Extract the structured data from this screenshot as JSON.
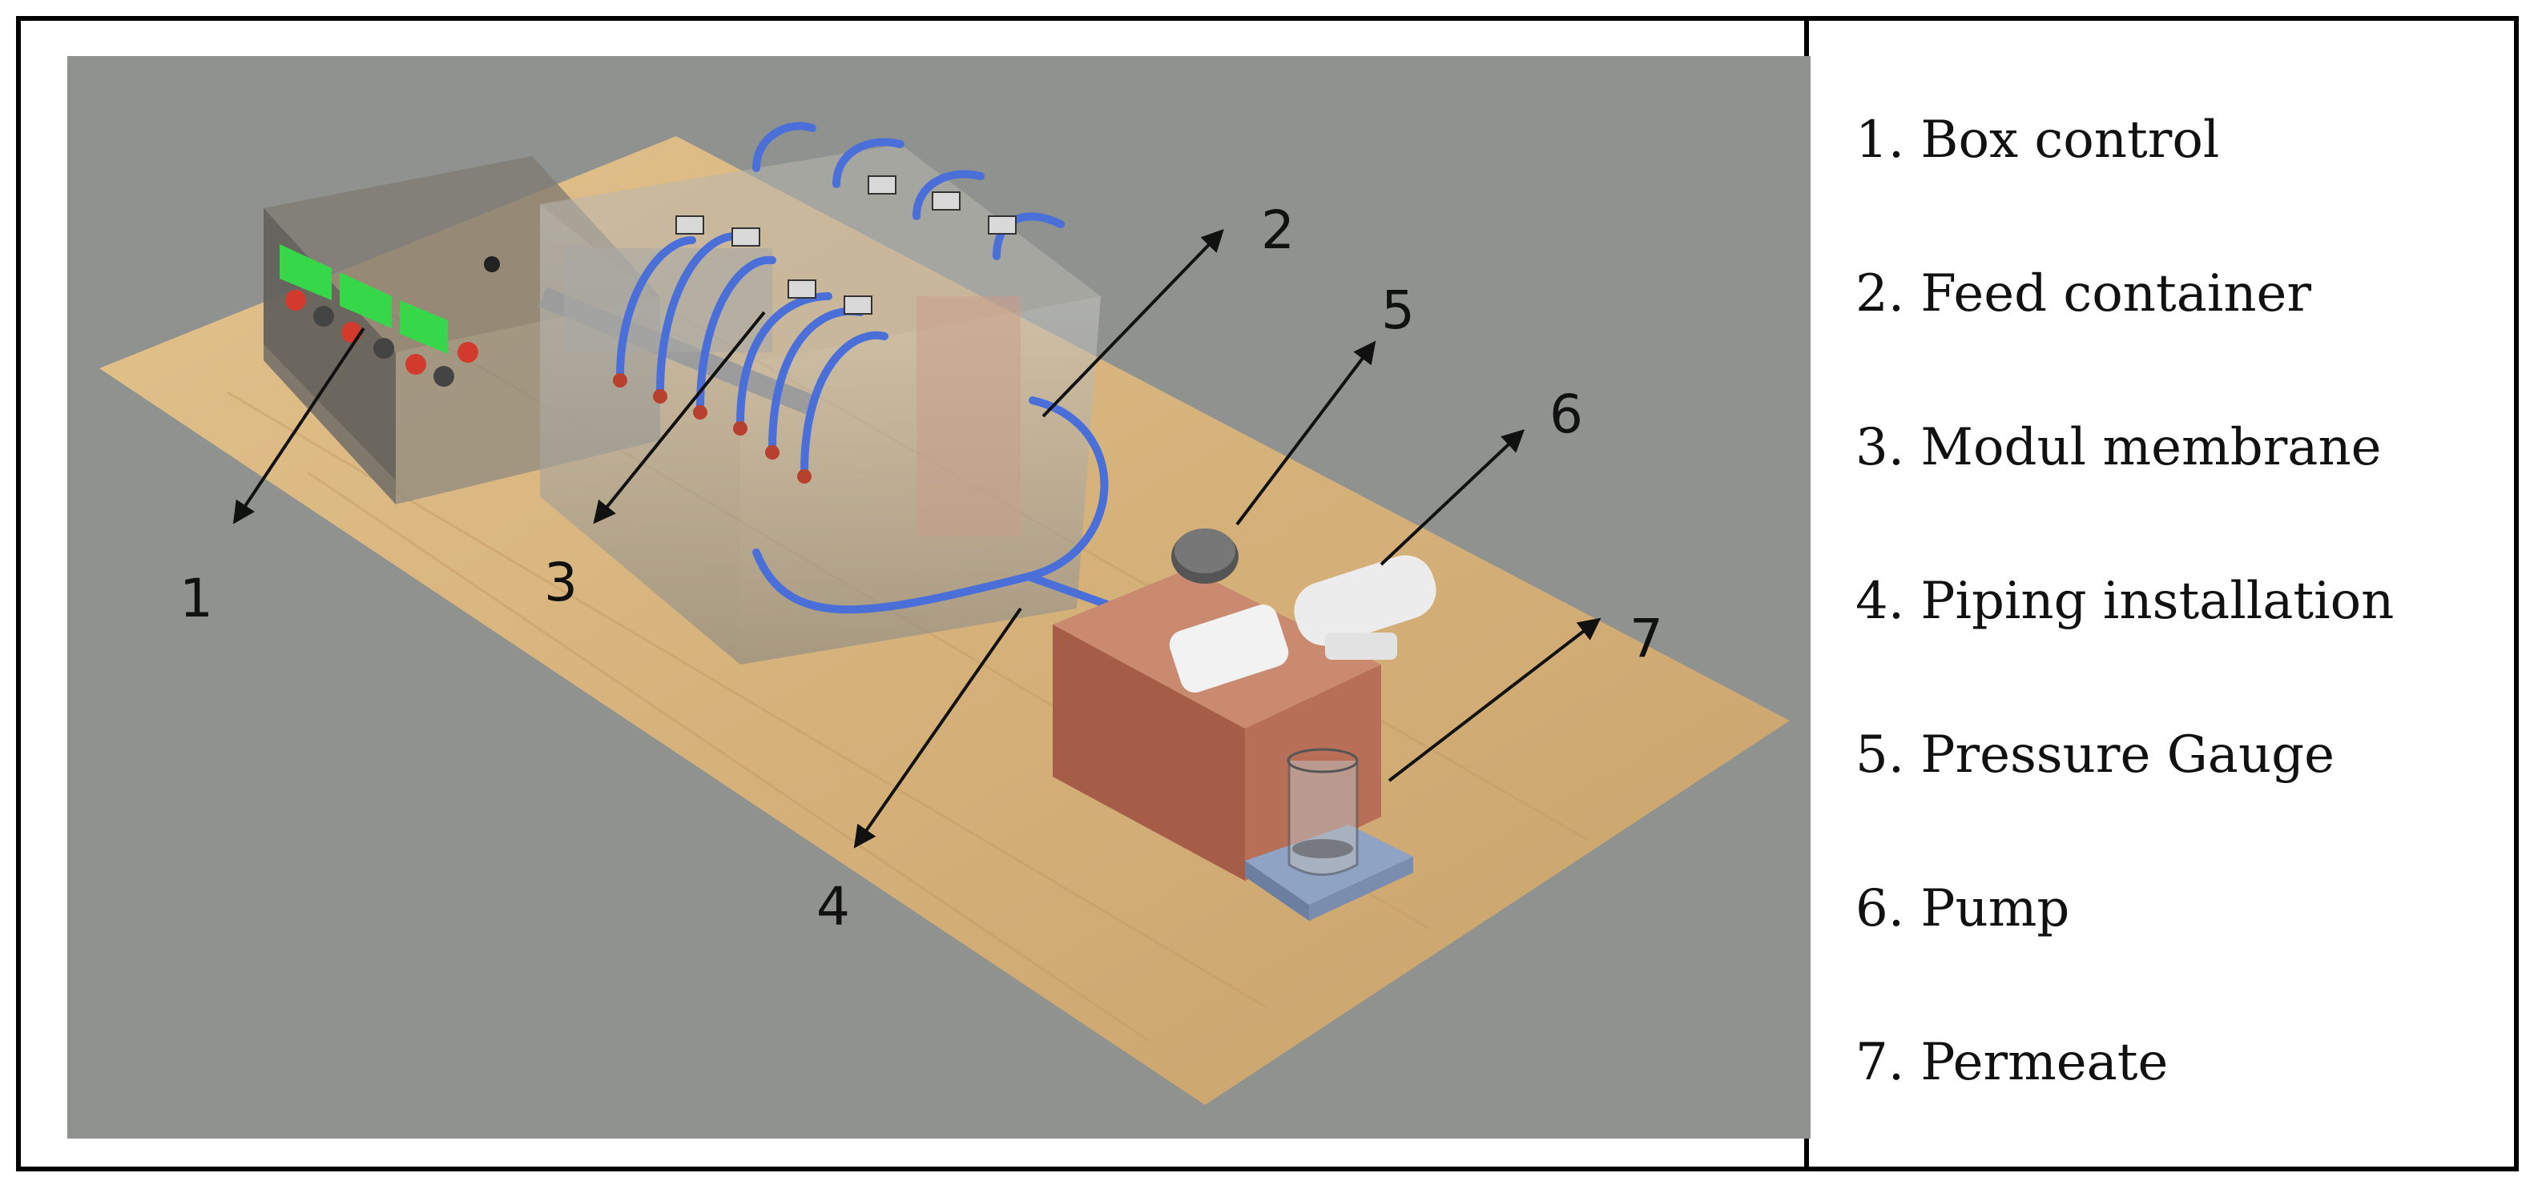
{
  "callouts": [
    {
      "id": "1",
      "label": "1"
    },
    {
      "id": "2",
      "label": "2"
    },
    {
      "id": "3",
      "label": "3"
    },
    {
      "id": "4",
      "label": "4"
    },
    {
      "id": "5",
      "label": "5"
    },
    {
      "id": "6",
      "label": "6"
    },
    {
      "id": "7",
      "label": "7"
    }
  ],
  "legend": {
    "items": [
      {
        "text": "1. Box control"
      },
      {
        "text": "2. Feed container"
      },
      {
        "text": "3. Modul membrane"
      },
      {
        "text": "4. Piping installation"
      },
      {
        "text": "5. Pressure Gauge"
      },
      {
        "text": "6. Pump"
      },
      {
        "text": "7. Permeate"
      }
    ]
  },
  "colors": {
    "background": "#8f928f",
    "floor": "#d9b67f",
    "tubing": "#4a6fd8",
    "display": "#36d84a",
    "knob_red": "#d23a2e",
    "pump_block": "#b86f58",
    "pump_white": "#f2f2f2",
    "stand_blue": "#7e93b8"
  }
}
